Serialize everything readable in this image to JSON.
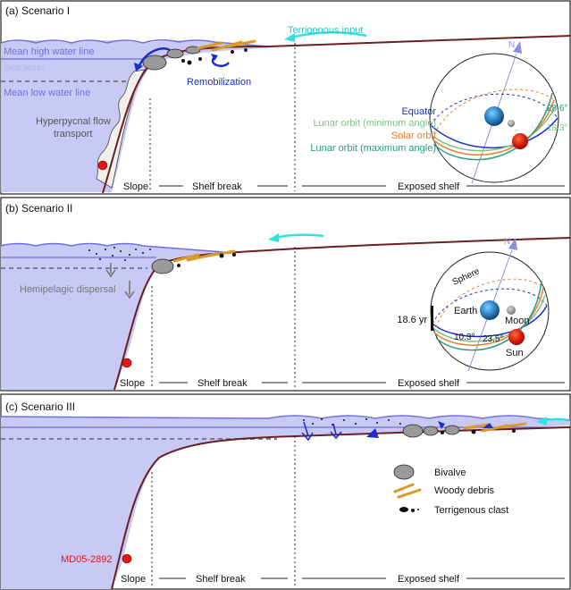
{
  "colors": {
    "water": "#c9c9f6",
    "water_line": "#6f6fe0",
    "mean_low": "#7a7a90",
    "seafloor": "#6b1f1f",
    "flow_fill": "#f2f0ea",
    "remob": "#1a2fc9",
    "terrigenous_arrow": "#2ee3e3",
    "marker": "#e31515",
    "equator": "#1a2fc9",
    "lunar_min": "#7fc08a",
    "solar": "#f07a2a",
    "lunar_max": "#2a9a84",
    "axis_n": "#8f8fe0",
    "woody": "#d99a2a",
    "bivalve": "#9a9a9a"
  },
  "panels": [
    {
      "title": "(a) Scenario I",
      "labels": {
        "terrigenous_input": "Terrigenous input",
        "mean_high": "Mean high water line",
        "sea_level": "Sea level",
        "mean_low": "Mean low water line",
        "remobilization": "Remobilization",
        "hyperpycnal": [
          "Hyperpycnal flow",
          "transport"
        ]
      },
      "zones": {
        "slope": "Slope",
        "shelf_break": "Shelf break",
        "exposed_shelf": "Exposed shelf"
      },
      "orbit_legend": {
        "north": "N",
        "equator": "Equator",
        "lunar_min": "Lunar orbit (minimum angle)",
        "solar": "Solar orbit",
        "lunar_max": "Lunar orbit (maximum angle)",
        "angle_max": "28.6°",
        "angle_min": "18.3°"
      }
    },
    {
      "title": "(b) Scenario II",
      "labels": {
        "hemipelagic": "Hemipelagic dispersal"
      },
      "zones": {
        "slope": "Slope",
        "shelf_break": "Shelf break",
        "exposed_shelf": "Exposed shelf"
      },
      "orbit": {
        "north": "N",
        "sphere": "Sphere",
        "earth": "Earth",
        "moon": "Moon",
        "sun": "Sun",
        "cycle": "18.6 yr",
        "angle_a": "10.3°",
        "angle_b": "23.5°"
      }
    },
    {
      "title": "(c) Scenario III",
      "legend": {
        "bivalve": "Bivalve",
        "woody": "Woody debris",
        "clast": "Terrigenous clast"
      },
      "core_site": "MD05-2892",
      "zones": {
        "slope": "Slope",
        "shelf_break": "Shelf break",
        "exposed_shelf": "Exposed shelf"
      }
    }
  ]
}
